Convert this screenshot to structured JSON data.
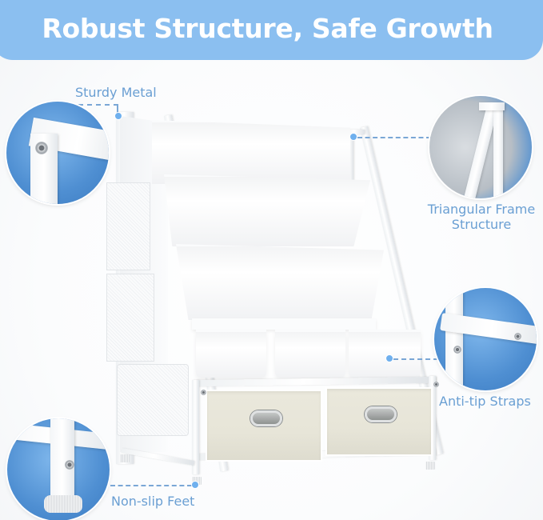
{
  "banner": {
    "title": "Robust Structure, Safe Growth",
    "background_color": "#8bbff0",
    "text_color": "#ffffff"
  },
  "callouts": [
    {
      "id": "sturdy-metal",
      "label": "Sturdy Metal",
      "position": "top-left"
    },
    {
      "id": "triangular-frame",
      "label": "Triangular Frame Structure",
      "line1": "Triangular Frame",
      "line2": "Structure",
      "position": "top-right"
    },
    {
      "id": "anti-tip-straps",
      "label": "Anti-tip Straps",
      "position": "middle-right"
    },
    {
      "id": "non-slip-feet",
      "label": "Non-slip Feet",
      "position": "bottom-left"
    }
  ],
  "product": {
    "name": "Kids bookshelf with sling shelves and two fabric drawers",
    "sling_shelves": 4,
    "drawers": 2,
    "side_mesh_pockets": 3,
    "accent_color": "#6a9fd3",
    "drawer_color": "#e7e5d8"
  }
}
